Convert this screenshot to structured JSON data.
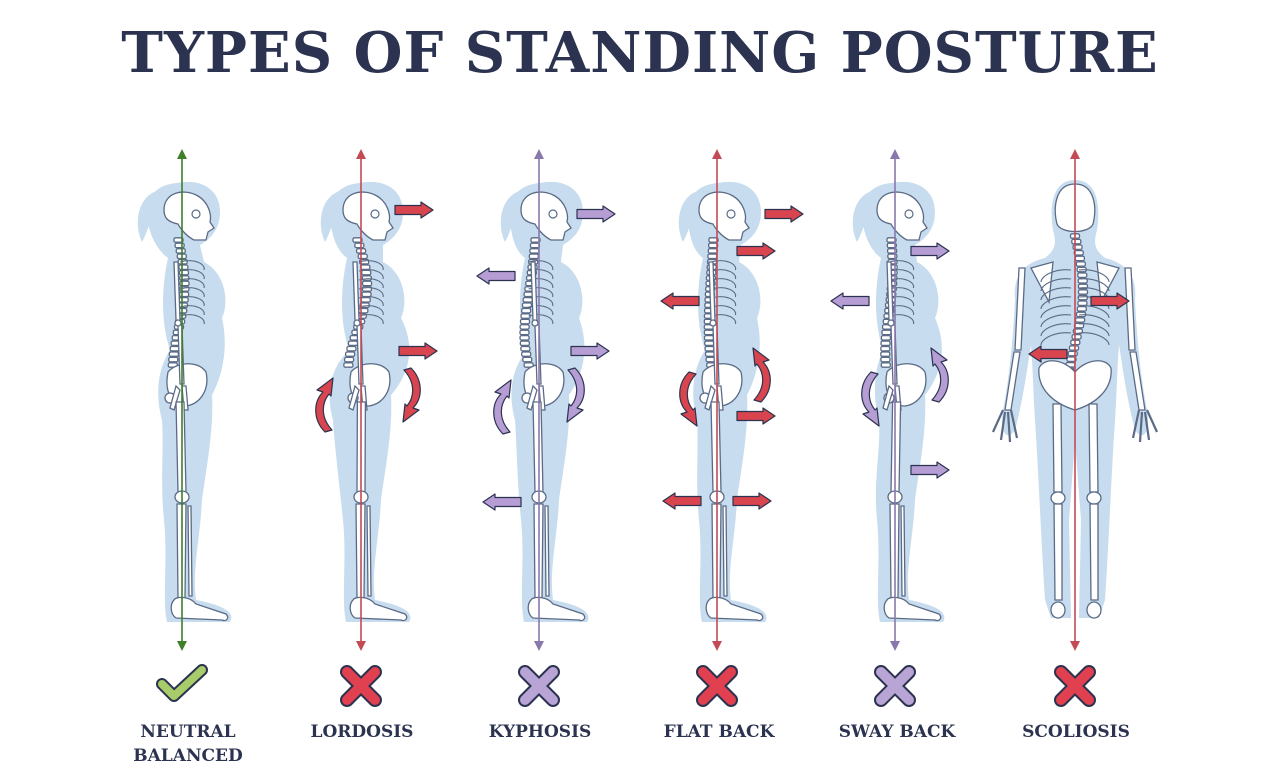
{
  "title": "TYPES OF STANDING POSTURE",
  "colors": {
    "body": "#c7dcee",
    "bone_fill": "#ffffff",
    "bone_stroke": "#5b6b86",
    "green": "#3f7f2a",
    "green_mark": "#a8cc6a",
    "red": "#c44a55",
    "red_mark": "#e0404f",
    "purple": "#8a78ad",
    "purple_mark": "#b9a4d6",
    "text": "#2b3350"
  },
  "postures": [
    {
      "id": "neutral",
      "label_lines": [
        "NEUTRAL",
        "BALANCED"
      ],
      "status": "correct",
      "color": "green",
      "view": "side"
    },
    {
      "id": "lordosis",
      "label_lines": [
        "LORDOSIS"
      ],
      "status": "incorrect",
      "color": "red",
      "view": "side"
    },
    {
      "id": "kyphosis",
      "label_lines": [
        "KYPHOSIS"
      ],
      "status": "incorrect",
      "color": "purple",
      "view": "side"
    },
    {
      "id": "flat-back",
      "label_lines": [
        "FLAT BACK"
      ],
      "status": "incorrect",
      "color": "red",
      "view": "side"
    },
    {
      "id": "sway-back",
      "label_lines": [
        "SWAY BACK"
      ],
      "status": "incorrect",
      "color": "purple",
      "view": "side"
    },
    {
      "id": "scoliosis",
      "label_lines": [
        "SCOLIOSIS"
      ],
      "status": "incorrect",
      "color": "red",
      "view": "back"
    }
  ]
}
